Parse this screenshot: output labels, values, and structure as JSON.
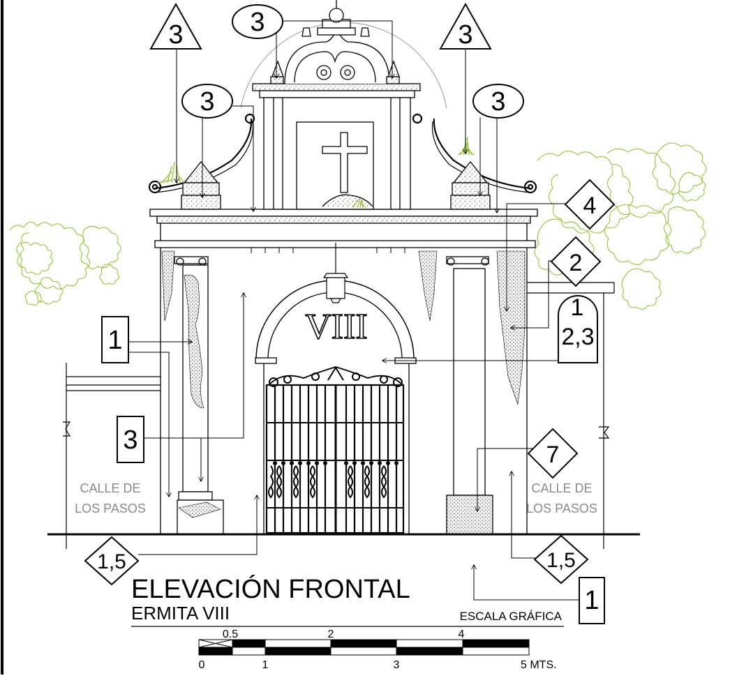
{
  "drawing": {
    "title": "ELEVACIÓN FRONTAL",
    "subtitle": "ERMITA VIII",
    "inscription": "VIII",
    "street_labels": [
      {
        "line1": "CALLE DE",
        "line2": "LOS PASOS"
      },
      {
        "line1": "CALLE DE",
        "line2": "LOS PASOS"
      }
    ],
    "callouts": {
      "triangle_left": "3",
      "triangle_right": "3",
      "oval_top": "3",
      "oval_left": "3",
      "oval_right": "3",
      "diamond_4": "4",
      "diamond_2": "2",
      "arch_box_line1": "1",
      "arch_box_line2": "2,3",
      "box_left_1": "1",
      "box_left_3": "3",
      "diamond_7": "7",
      "diamond_bottom_left": "1,5",
      "diamond_bottom_right": "1,5",
      "box_bottom_right": "1"
    }
  },
  "scale": {
    "title": "ESCALA GRÁFICA",
    "top_labels": [
      "0.5",
      "2",
      "4"
    ],
    "bottom_labels": [
      "0",
      "1",
      "3",
      "5 MTS."
    ]
  }
}
